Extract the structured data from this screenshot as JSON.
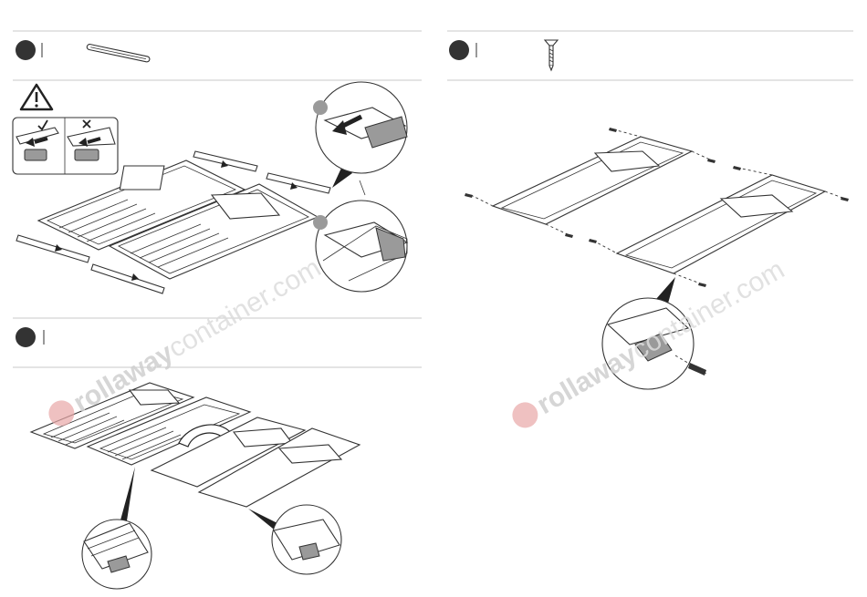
{
  "watermark": {
    "brand_bold": "rollaway",
    "brand_light": "container.com"
  },
  "steps": [
    {
      "id": "step-a",
      "badge": ""
    },
    {
      "id": "step-b",
      "badge": ""
    },
    {
      "id": "step-c",
      "badge": ""
    }
  ],
  "colors": {
    "badge": "#333333",
    "rule": "#c8c8c8",
    "shade": "#9a9a9a",
    "watermark_logo": "#e8a6a6"
  },
  "icons": [
    "warning-icon",
    "check-icon",
    "cross-icon",
    "screw-icon",
    "rail-icon",
    "rotate-arrow-icon"
  ]
}
